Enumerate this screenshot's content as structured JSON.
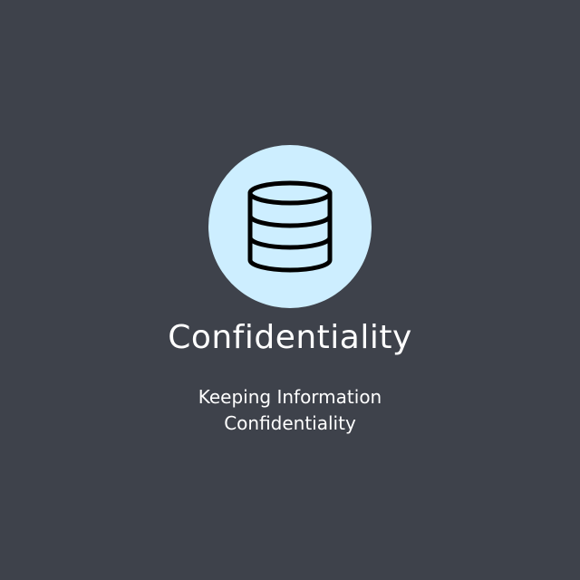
{
  "card": {
    "icon": "database-icon",
    "title": "Confidentiality",
    "subtitle_line1": "Keeping Information",
    "subtitle_line2": "Confidentiality"
  },
  "colors": {
    "background": "#3e424b",
    "icon_circle": "#cdeeff",
    "icon_stroke": "#000000",
    "text": "#ffffff"
  }
}
